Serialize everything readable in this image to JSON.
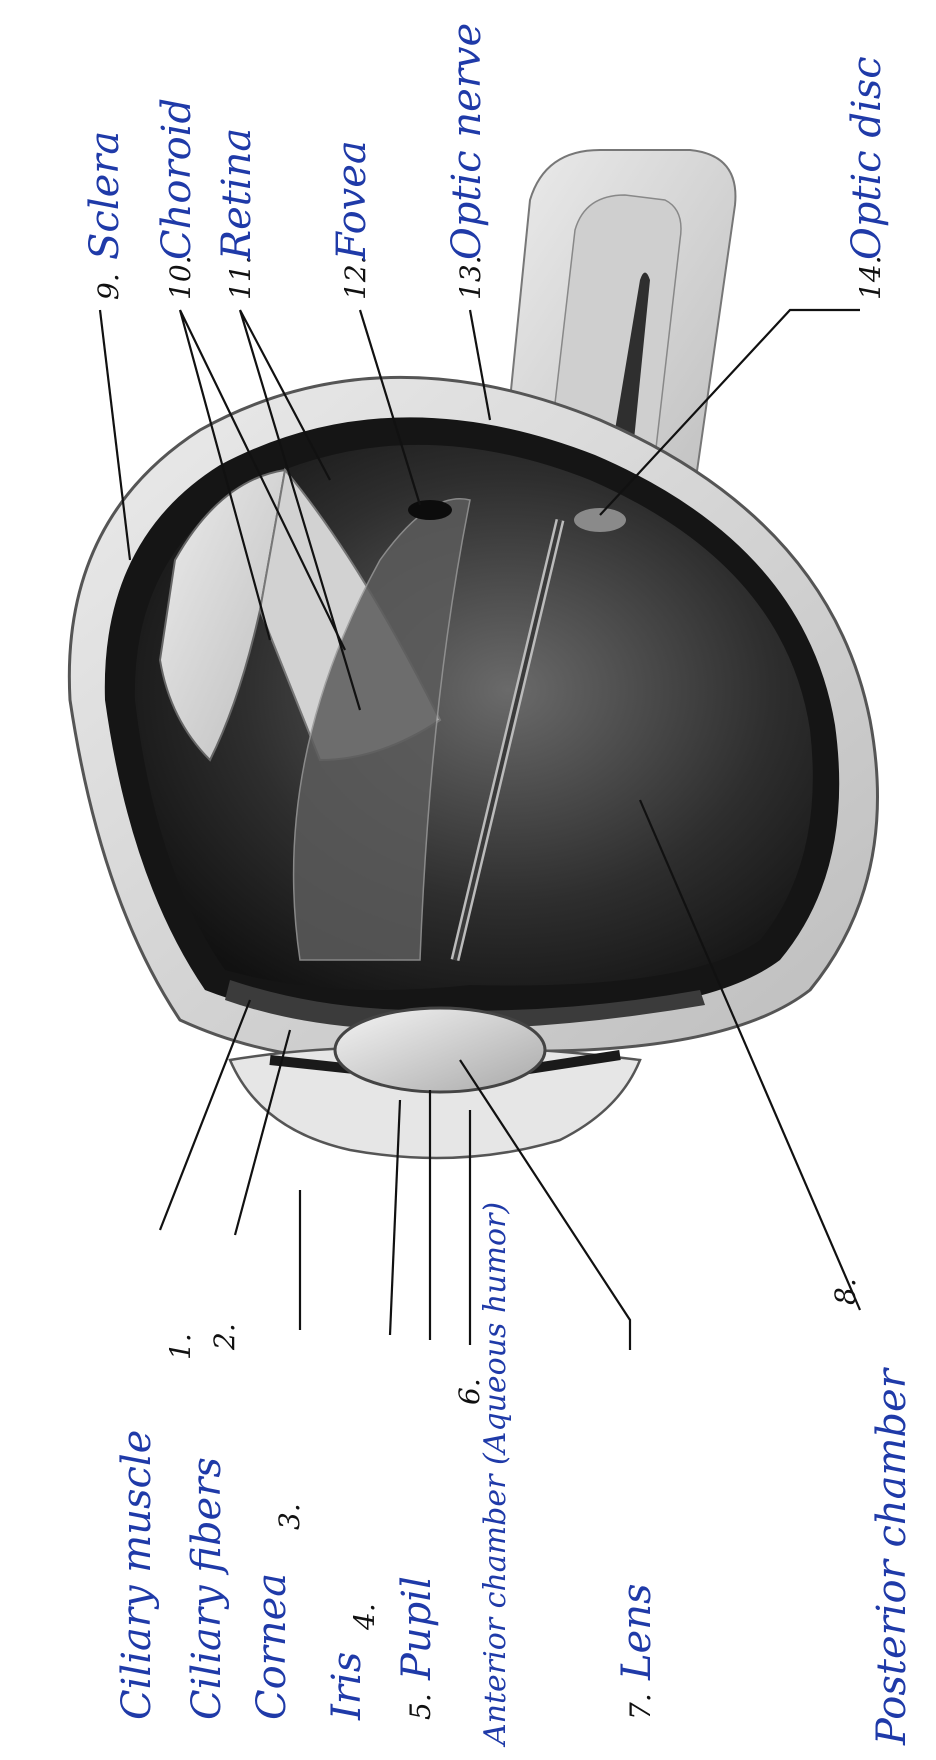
{
  "diagram": {
    "labels": [
      {
        "num": "9.",
        "text": "Sclera"
      },
      {
        "num": "10.",
        "text": "Choroid"
      },
      {
        "num": "11.",
        "text": "Retina"
      },
      {
        "num": "12.",
        "text": "Fovea"
      },
      {
        "num": "13.",
        "text": "Optic nerve"
      },
      {
        "num": "14.",
        "text": "Optic disc"
      },
      {
        "num": "1.",
        "text": "Ciliary muscle"
      },
      {
        "num": "2.",
        "text": "Ciliary fibers"
      },
      {
        "num": "3.",
        "text": "Cornea"
      },
      {
        "num": "4.",
        "text": "Iris"
      },
      {
        "num": "5.",
        "text": "Pupil"
      },
      {
        "num": "6.",
        "text": "Anterior chamber (Aqueous humor)"
      },
      {
        "num": "7.",
        "text": "Lens"
      },
      {
        "num": "8.",
        "text": "Posterior chamber"
      }
    ]
  },
  "colors": {
    "ink": "#1f3aa8",
    "sclera": "#d9d9d9",
    "interior": "#2b2b2b"
  }
}
